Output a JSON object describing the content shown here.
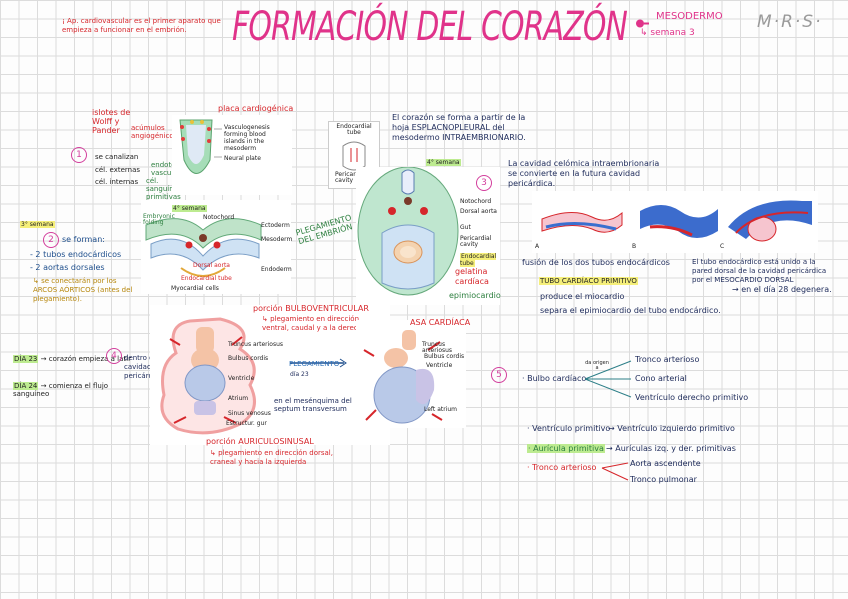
{
  "header": {
    "note": "¡ Ap. cardiovascular es el primer aparato que empieza a funcionar en el embrión.",
    "title": "FORMACIÓN DEL CORAZÓN",
    "mesodermo": "MESODERMO",
    "semana": "↳ semana 3",
    "initials": "M·R·S·"
  },
  "section1": {
    "islotes": "islotes de Wolff y Pander",
    "acumulos": "acúmulos angiogénicos",
    "placa": "placa cardiogénica",
    "se_canalizan": "se canalizan",
    "cel_externas": "cél. externas",
    "endotelio": "endotelio vascular",
    "cel_internas": "cél. internas",
    "sanguineas": "cél. sanguíneas primitivas",
    "diag1_labels": [
      "Vasculogenesis forming blood islands in the mesoderm",
      "Neural plate"
    ]
  },
  "section2": {
    "semana3": "3° semana",
    "se_forman": "se forman:",
    "item1": "- 2 tubos endocárdicos",
    "item2": "- 2 aortas dorsales",
    "conectaran": "↳ se conectarán por los ARCOS AÓRTICOS (antes del plegamiento).",
    "semana4_small": "4° semana",
    "diag2_labels": [
      "Embryonic folding",
      "Notochord",
      "Ectoderm",
      "Mesoderm",
      "Dorsal aorta",
      "Endocardial tube",
      "Endoderm",
      "Myocardial cells"
    ],
    "plegamiento": "PLEGAMIENTO DEL EMBRIÓN"
  },
  "section3": {
    "endo_small": [
      "Endocardial tube",
      "Pericardial cavity"
    ],
    "corazon_text": "El corazón se forma a partir de la hoja ESPLACNOPLEURAL del mesodermo INTRAEMBRIONARIO.",
    "semana4": "4° semana",
    "diag3_labels": [
      "Notochord",
      "Dorsal aorta",
      "Gut",
      "Pericardial cavity",
      "Endocardial tube"
    ],
    "gelatina": "gelatina cardíaca",
    "epimiocardio": "epimiocardio",
    "cavidad": "La cavidad celómica intraembrionaria se convierte en la futura cavidad pericárdica.",
    "fusion": "fusión de los dos tubos endocárdicos",
    "tubo": "TUBO CARDÍACO PRIMITIVO",
    "produce": "produce el miocardio",
    "separa": "separa el epimiocardio del tubo endocárdico.",
    "tubo_endo": "El tubo endocárdico está unido a la pared dorsal de la cavidad pericárdica por el MESOCARDIO DORSAL",
    "dia28": "→ en el día 28 degenera.",
    "panel_letters": [
      "A",
      "B",
      "C"
    ]
  },
  "section4": {
    "dia23": "DÍA 23",
    "dia23_text": "→ corazón empieza a latir",
    "dia24": "DÍA 24",
    "dia24_text": "→ comienza el flujo sanguíneo",
    "dentro": "dentro de cavidad pericárdica",
    "bulbo_title": "porción BULBOVENTRICULAR",
    "bulbo_text": "↳ plegamiento en dirección ventral, caudal y a la derecha",
    "diag4_labels": [
      "Truncus arteriosus",
      "Bulbus cordis",
      "Ventricle",
      "Atrium",
      "Sinus venosus",
      "Estructur. gur"
    ],
    "mesenquima": "en el mesénquima del septum transversum",
    "pleg": "PLEGAMIENTO",
    "dia23b": "día 23",
    "asa": "ASA CARDÍACA",
    "diag5_labels": [
      "Truncus arteriosus",
      "Bulbus cordis",
      "Ventricle",
      "Left atrium"
    ],
    "auric_title": "porción AURICULOSINUSAL",
    "auric_text": "↳ plegamiento en dirección dorsal, craneal y hacia la izquierda"
  },
  "section5": {
    "dia_origen": "da origen a",
    "bulbo": "· Bulbo cardíaco",
    "tronco_art": "Tronco arterioso",
    "cono": "Cono arterial",
    "vd": "Ventrículo derecho primitivo",
    "ventriculo": "· Ventrículo primitivo",
    "vi": "→ Ventrículo izquierdo primitivo",
    "auricula": "· Aurícula primitiva",
    "auriculas": "→ Aurículas izq. y der. primitivas",
    "tronco": "· Tronco arterioso",
    "aorta": "Aorta ascendente",
    "pulmonar": "Tronco pulmonar"
  },
  "numbers": [
    "1",
    "2",
    "3",
    "4",
    "5"
  ]
}
